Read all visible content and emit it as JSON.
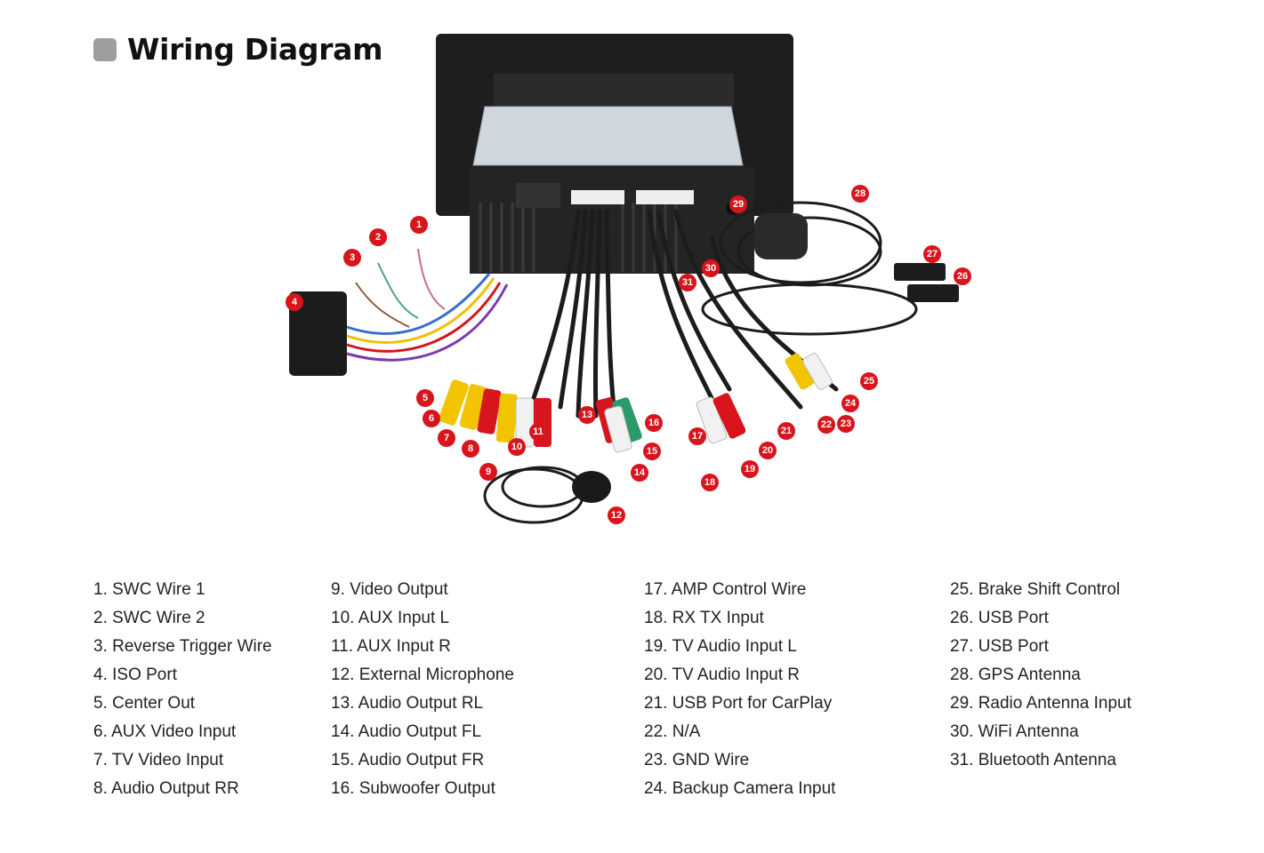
{
  "header": {
    "title": "Wiring Diagram"
  },
  "diagram": {
    "badges": [
      "1",
      "2",
      "3",
      "4",
      "5",
      "6",
      "7",
      "8",
      "9",
      "10",
      "11",
      "12",
      "13",
      "14",
      "15",
      "16",
      "17",
      "18",
      "19",
      "20",
      "21",
      "22",
      "23",
      "24",
      "25",
      "26",
      "27",
      "28",
      "29",
      "30",
      "31"
    ],
    "colors": {
      "badge": "#d8141c",
      "unit_body": "#1e1e1e",
      "panel": "#cfd6de",
      "rca_red": "#d8141c",
      "rca_yellow": "#f2c400",
      "rca_white": "#f1f1f1",
      "rca_green": "#2a9a6a"
    }
  },
  "legend": {
    "col1": [
      "1. SWC Wire 1",
      "2. SWC Wire 2",
      "3. Reverse Trigger Wire",
      "4. ISO Port",
      "5. Center Out",
      "6. AUX Video Input",
      "7. TV Video Input",
      "8. Audio Output RR"
    ],
    "col2": [
      "9. Video Output",
      "10. AUX Input L",
      "11. AUX Input R",
      "12. External Microphone",
      "13. Audio Output RL",
      "14. Audio Output FL",
      "15. Audio Output FR",
      "16. Subwoofer Output"
    ],
    "col3": [
      "17. AMP Control Wire",
      "18. RX TX Input",
      "19. TV Audio Input L",
      "20. TV Audio Input R",
      "21. USB Port for CarPlay",
      "22. N/A",
      "23. GND Wire",
      "24. Backup Camera Input"
    ],
    "col4": [
      "25. Brake Shift Control",
      "26. USB Port",
      "27. USB Port",
      "28. GPS Antenna",
      "29. Radio Antenna Input",
      "30. WiFi Antenna",
      "31. Bluetooth Antenna"
    ]
  }
}
